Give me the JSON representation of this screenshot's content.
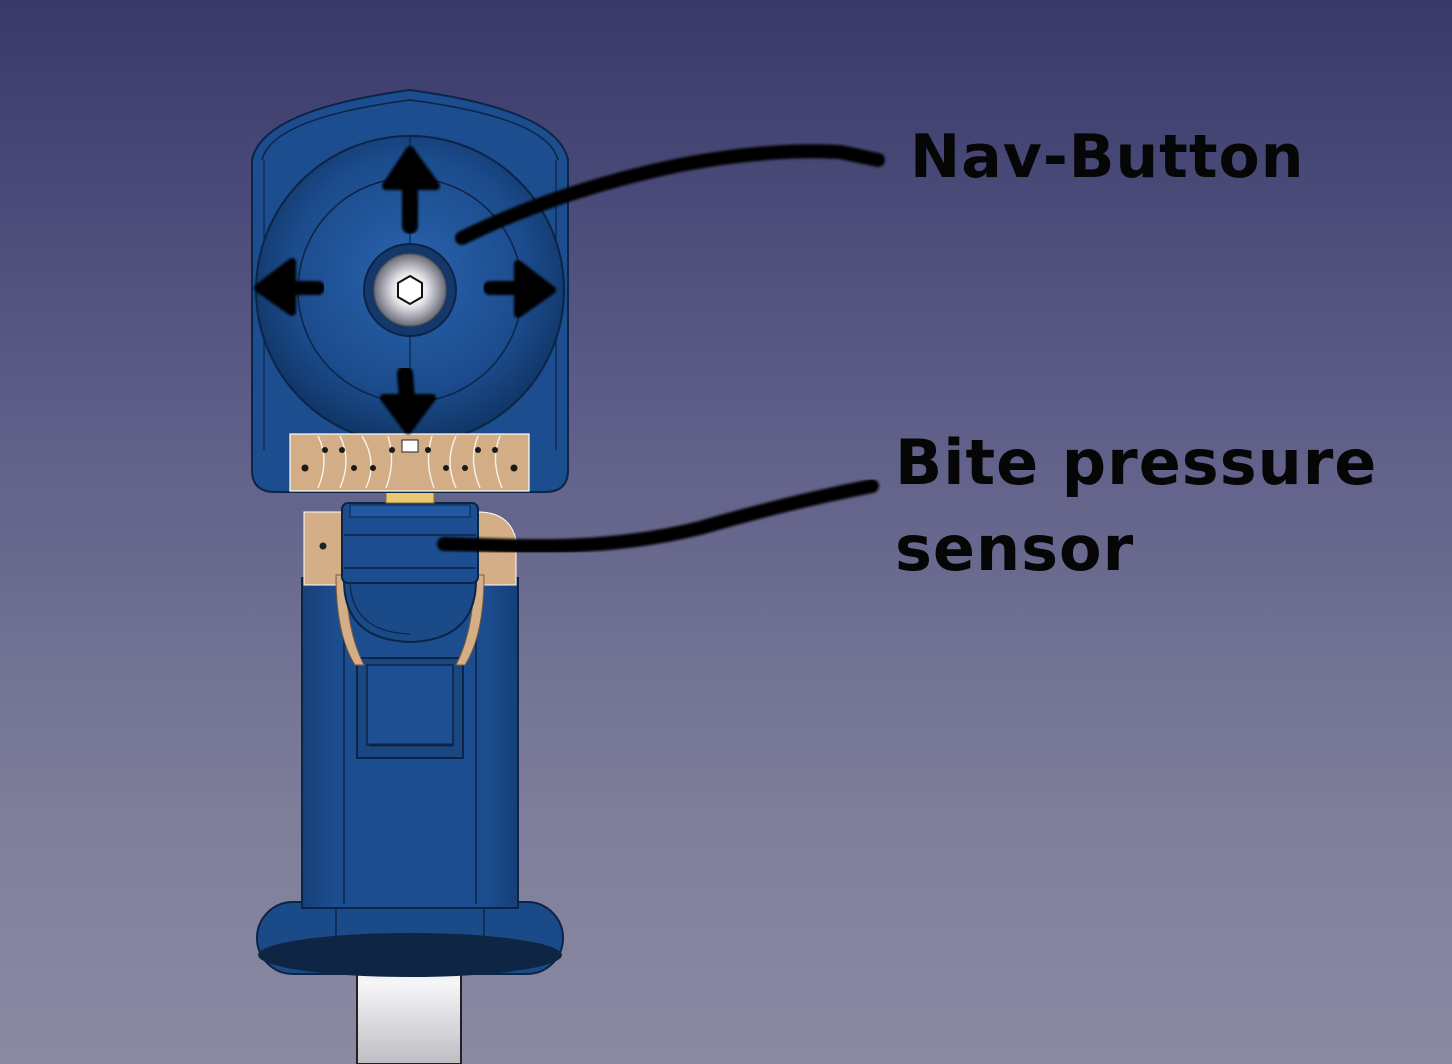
{
  "labels": {
    "nav_button": "Nav-Button",
    "bite_line1": "Bite pressure",
    "bite_line2": "sensor"
  },
  "colors": {
    "device_blue": "#1c4d8e",
    "device_dark": "#0f2f5c",
    "pcb_tan": "#d2ad86",
    "annotation_black": "#050505",
    "background_top": "#39396a",
    "background_bottom": "#8a8aa3"
  },
  "icons": {
    "arrows": [
      "arrow-up-icon",
      "arrow-down-icon",
      "arrow-left-icon",
      "arrow-right-icon"
    ],
    "center": "hex-screw-icon"
  }
}
